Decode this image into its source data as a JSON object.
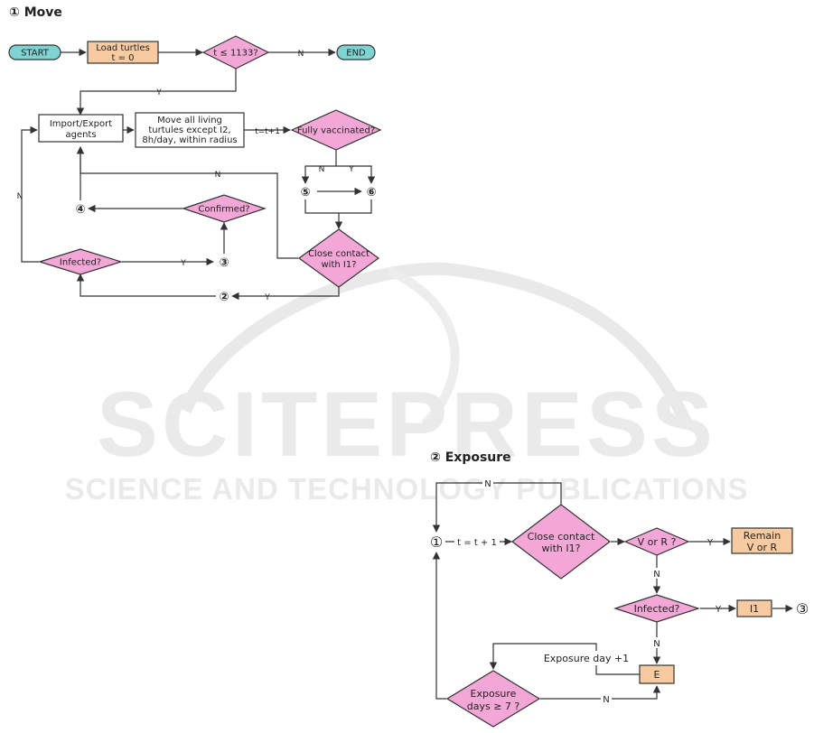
{
  "watermark": {
    "main": "SCITEPRESS",
    "sub": "SCIENCE AND TECHNOLOGY PUBLICATIONS"
  },
  "colors": {
    "terminal_fill": "#7fd3d3",
    "process_fill": "#f7caa0",
    "decision_fill": "#f2a7d7",
    "line": "#333333"
  },
  "move": {
    "title": "① Move",
    "start": "START",
    "end": "END",
    "load_line1": "Load turtles",
    "load_line2": "t = 0",
    "cond_t": "t ≤ 1133?",
    "import_line1": "Import/Export",
    "import_line2": "agents",
    "move_line1": "Move all living",
    "move_line2": "turtules except I2,",
    "move_line3": "8h/day, within radius",
    "fully_vaccinated": "Fully vaccinated?",
    "close_line1": "Close contact",
    "close_line2": "with I1?",
    "confirmed": "Confirmed?",
    "infected": "Infected?",
    "increment": "t=t+1",
    "y": "Y",
    "n": "N",
    "c2": "②",
    "c3": "③",
    "c4": "④",
    "c5": "⑤",
    "c6": "⑥"
  },
  "exposure": {
    "title": "② Exposure",
    "c1": "①",
    "c3": "③",
    "increment": "t = t + 1",
    "close_line1": "Close contact",
    "close_line2": "with I1?",
    "vr_cond": "V or R ?",
    "remain_line1": "Remain",
    "remain_line2": "V or R",
    "infected": "Infected?",
    "i1": "I1",
    "e": "E",
    "exposure_day": "Exposure day +1",
    "days_line1": "Exposure",
    "days_line2": "days ≥ 7 ?",
    "y": "Y",
    "n": "N"
  }
}
